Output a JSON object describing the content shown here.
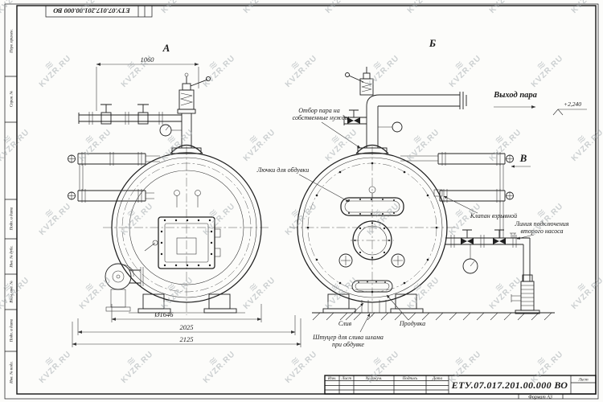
{
  "sheet": {
    "doc_number": "ЕТУ.07.017.201.00.000 ВО",
    "format_note": "Формат А3"
  },
  "watermark": {
    "icon": "≋",
    "text": "KVZR.RU"
  },
  "frame_labels": {
    "perv_primen": "Перв. примен.",
    "sprav_no": "Справ. №",
    "podp_data_top": "Подп. и дата",
    "inv_dubl": "Инв. № дубл.",
    "vzam_inv": "Взам. инв. №",
    "podp_data_bottom": "Подп. и дата",
    "inv_podl": "Инв. № подл."
  },
  "views": {
    "a": "А",
    "b": "Б",
    "v": "В"
  },
  "dims": {
    "pipe_span": "1060",
    "shell_diameter": "Ø1646",
    "overall_width_inner": "2025",
    "overall_width_outer": "2125",
    "steam_outlet_elevation": "+2,240"
  },
  "labels": {
    "steam_outlet": "Выход пара",
    "own_needs_line1": "Отбор пара на",
    "own_needs_line2": "собственные нужды",
    "blow_hatches": "Лючки для обдувки",
    "explosion_valve": "Клапан взрывной",
    "pump_line_line1": "Линия подключения",
    "pump_line_line2": "второго насоса",
    "drain": "Слив",
    "blowdown": "Продувка",
    "sludge_line1": "Штуцер для слива шлама",
    "sludge_line2": "при обдувке"
  },
  "title_block": {
    "columns": [
      "Изм.",
      "Лист",
      "№ докум.",
      "Подпись",
      "Дата"
    ],
    "doc_number": "ЕТУ.07.017.201.00.000 ВО",
    "sheet_label": "Лист"
  }
}
